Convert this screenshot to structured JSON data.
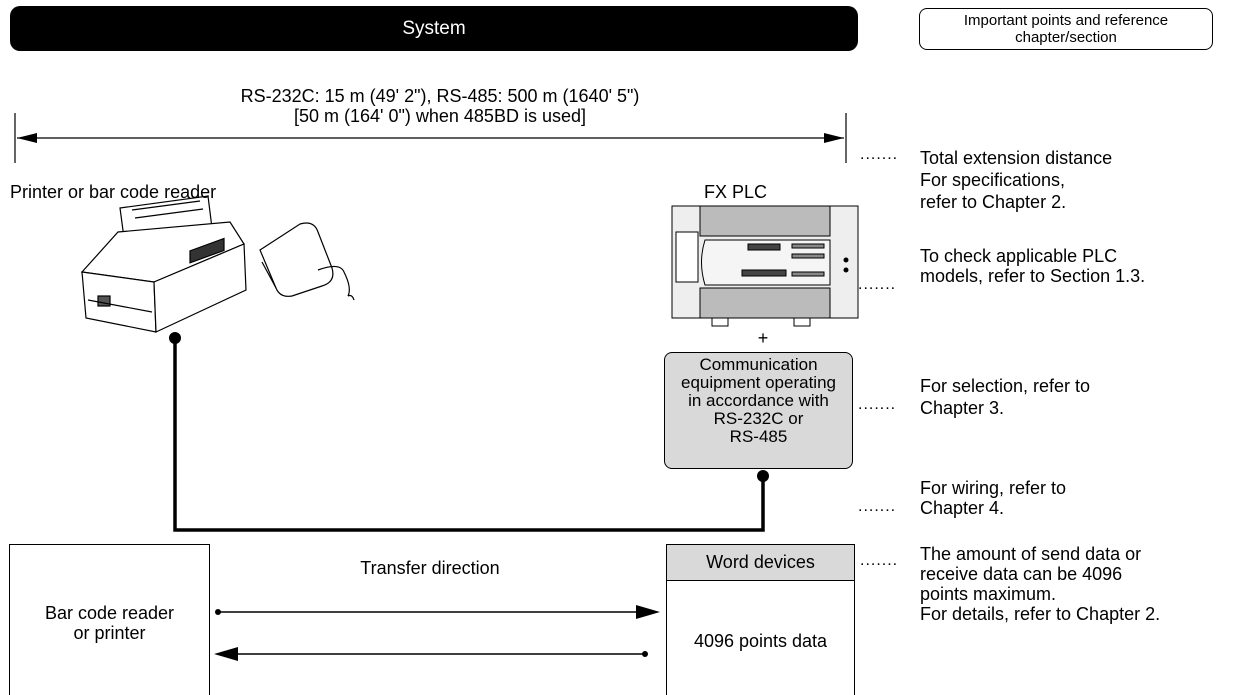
{
  "header": {
    "system_title": "System",
    "reference_title_line1": "Important points and reference",
    "reference_title_line2": "chapter/section"
  },
  "distance": {
    "line1": "RS-232C: 15 m (49' 2\"), RS-485: 500 m (1640' 5\")",
    "line2": "[50 m (164' 0\") when 485BD is used]"
  },
  "labels": {
    "printer_reader": "Printer or bar code reader",
    "fx_plc": "FX PLC",
    "plus": "+"
  },
  "comm_box": {
    "line1": "Communication",
    "line2": "equipment operating",
    "line3": "in accordance with",
    "line4": "RS-232C or",
    "line5": "RS-485"
  },
  "notes": {
    "dots": ".......",
    "extension_1": "Total extension distance",
    "extension_2": "For specifications,",
    "extension_3": "refer to Chapter 2.",
    "models_1": "To check applicable PLC",
    "models_2": "models, refer to Section 1.3.",
    "selection_1": "For selection, refer to",
    "selection_2": "Chapter 3.",
    "wiring_1": "For wiring, refer to",
    "wiring_2": "Chapter 4.",
    "data_1": "The amount of send data or",
    "data_2": "receive data can be 4096",
    "data_3": "points maximum.",
    "data_4": "For details, refer to Chapter 2."
  },
  "transfer": {
    "label": "Transfer direction",
    "device_box_line1": "Bar code reader",
    "device_box_line2": "or printer",
    "word_devices_header": "Word devices",
    "word_devices_body": "4096 points data"
  },
  "colors": {
    "banner": "#000000",
    "gray_fill": "#d9d9d9"
  }
}
